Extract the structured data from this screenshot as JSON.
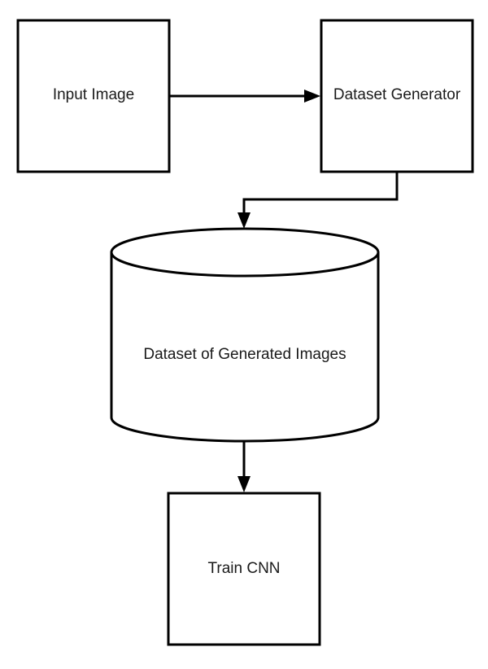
{
  "colors": {
    "stroke": "#000000",
    "fill": "#ffffff",
    "text": "#1a1a1a"
  },
  "nodes": {
    "input_image": {
      "label": "Input Image",
      "shape": "rectangle"
    },
    "dataset_generator": {
      "label": "Dataset Generator",
      "shape": "rectangle"
    },
    "dataset": {
      "label": "Dataset of Generated Images",
      "shape": "cylinder"
    },
    "train_cnn": {
      "label": "Train CNN",
      "shape": "rectangle"
    }
  },
  "edges": [
    {
      "from": "Input Image",
      "to": "Dataset Generator"
    },
    {
      "from": "Dataset Generator",
      "to": "Dataset of Generated Images"
    },
    {
      "from": "Dataset of Generated Images",
      "to": "Train CNN"
    }
  ]
}
